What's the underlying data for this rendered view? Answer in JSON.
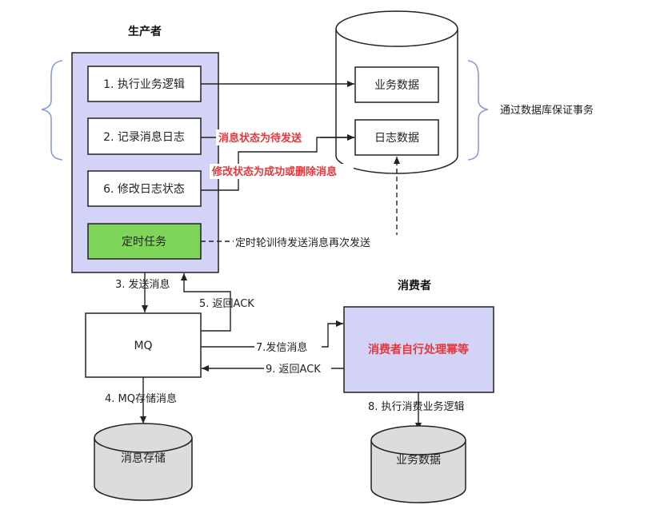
{
  "producer": {
    "title": "生产者",
    "steps": [
      "1. 执行业务逻辑",
      "2. 记录消息日志",
      "6. 修改日志状态"
    ],
    "timer_task": "定时任务"
  },
  "database": {
    "business_data": "业务数据",
    "log_data": "日志数据",
    "transaction_note": "通过数据库保证事务"
  },
  "annotations": {
    "pending_send": "消息状态为待发送",
    "update_status": "修改状态为成功或删除消息",
    "polling": "定时轮训待发送消息再次发送"
  },
  "mq": {
    "label": "MQ",
    "send_msg": "3. 发送消息",
    "return_ack": "5. 返回ACK",
    "store_msg": "4. MQ存储消息",
    "deliver_msg": "7.发信消息",
    "consumer_ack": "9. 返回ACK"
  },
  "storage": {
    "label": "消息存储"
  },
  "consumer": {
    "title": "消费者",
    "process": "消费者自行处理幂等",
    "exec_logic": "8. 执行消费业务逻辑",
    "business_data": "业务数据"
  },
  "colors": {
    "panel_fill": "#d2d3f6",
    "panel_stroke": "#222222",
    "timer_fill": "#7fd45a",
    "cylinder_fill": "#dcdcdc",
    "brace": "#8b9ad8",
    "red_text": "#e8373a"
  }
}
